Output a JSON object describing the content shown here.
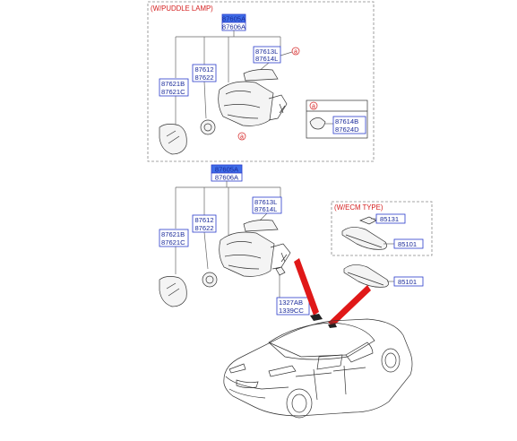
{
  "inset_puddle": {
    "header": "(W/PUDDLE LAMP)",
    "main_part": [
      "87605A",
      "87606A"
    ],
    "cover": [
      "87613L",
      "87614L"
    ],
    "actuator": [
      "87612",
      "87622"
    ],
    "glass": [
      "87621B",
      "87621C"
    ],
    "lamp": [
      "87614B",
      "87624D"
    ],
    "ref_mark": "a"
  },
  "main_assembly": {
    "main_part": [
      "87605A",
      "87606A"
    ],
    "cover": [
      "87613L",
      "87614L"
    ],
    "actuator": [
      "87612",
      "87622"
    ],
    "glass": [
      "87621B",
      "87621C"
    ],
    "screws": [
      "1327AB",
      "1339CC"
    ]
  },
  "inset_ecm": {
    "header": "(W/ECM TYPE)",
    "cover": "85131",
    "mirror": "85101"
  },
  "inner_mirror": "85101"
}
